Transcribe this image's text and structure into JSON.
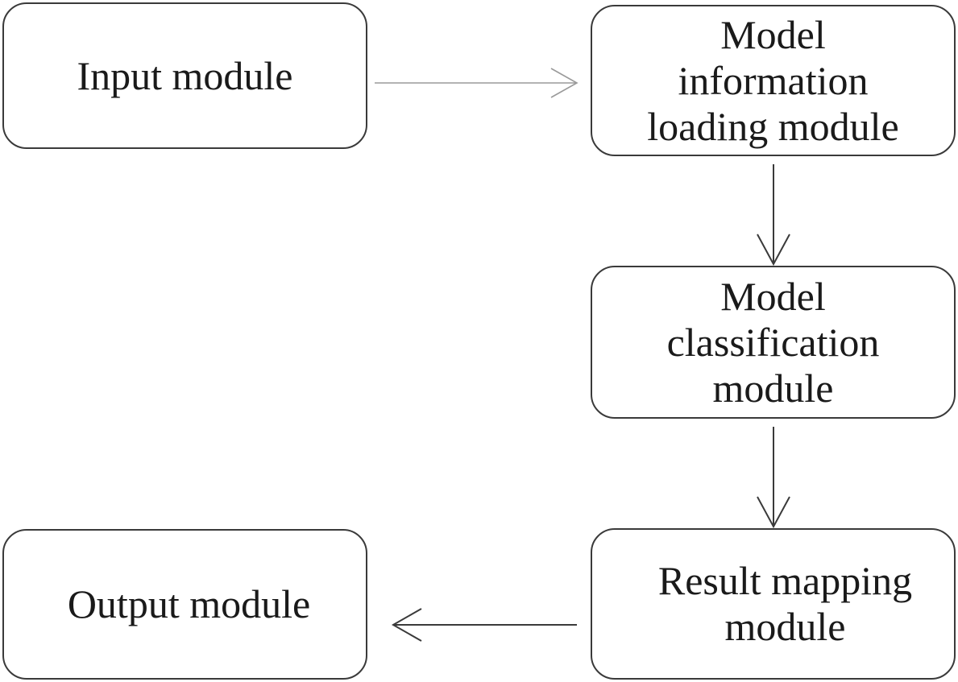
{
  "diagram": {
    "nodes": [
      {
        "id": "input",
        "label": "Input module"
      },
      {
        "id": "load",
        "label": "Model\ninformation\nloading module"
      },
      {
        "id": "class",
        "label": "Model\nclassification\nmodule"
      },
      {
        "id": "result",
        "label": "Result mapping\nmodule"
      },
      {
        "id": "output",
        "label": "Output module"
      }
    ],
    "edges": [
      {
        "from": "input",
        "to": "load"
      },
      {
        "from": "load",
        "to": "class"
      },
      {
        "from": "class",
        "to": "result"
      },
      {
        "from": "result",
        "to": "output"
      }
    ],
    "colors": {
      "stroke": "#3a3a3a",
      "light_arrow": "#9a9a9a",
      "text": "#1a1a1a"
    }
  }
}
